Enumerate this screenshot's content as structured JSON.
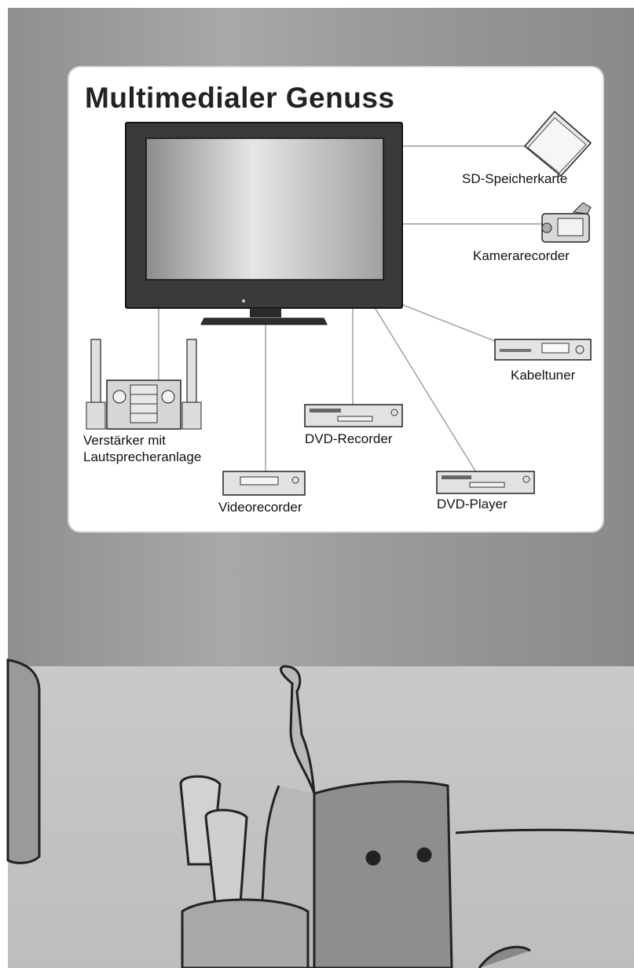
{
  "diagram": {
    "title": "Multimedialer Genuss",
    "devices": {
      "sd_card": "SD-Speicherkarte",
      "camcorder": "Kamerarecorder",
      "cable_tuner": "Kabeltuner",
      "amplifier_line1": "Verstärker mit",
      "amplifier_line2": "Lautsprecheranlage",
      "dvd_recorder": "DVD-Recorder",
      "vcr": "Videorecorder",
      "dvd_player": "DVD-Player"
    }
  }
}
